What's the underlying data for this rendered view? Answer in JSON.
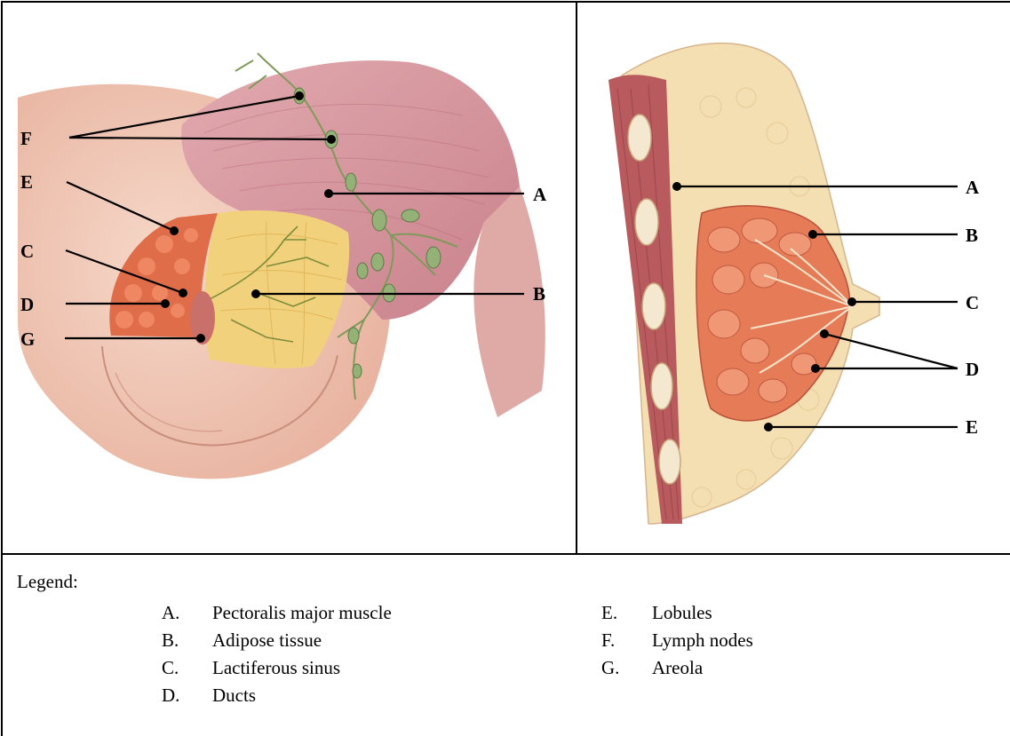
{
  "left_panel": {
    "labels": {
      "F": "F",
      "E": "E",
      "C": "C",
      "D": "D",
      "G": "G",
      "A": "A",
      "B": "B"
    }
  },
  "right_panel": {
    "labels": {
      "A": "A",
      "B": "B",
      "C": "C",
      "D": "D",
      "E": "E"
    }
  },
  "legend": {
    "title": "Legend:",
    "column1": [
      {
        "letter": "A.",
        "term": "Pectoralis major muscle"
      },
      {
        "letter": "B.",
        "term": "Adipose tissue"
      },
      {
        "letter": "C.",
        "term": "Lactiferous sinus"
      },
      {
        "letter": "D.",
        "term": "Ducts"
      }
    ],
    "column2": [
      {
        "letter": "E.",
        "term": "Lobules"
      },
      {
        "letter": "F.",
        "term": "Lymph nodes"
      },
      {
        "letter": "G.",
        "term": "Areola"
      }
    ]
  },
  "colors": {
    "muscle": "#d99aa0",
    "skin": "#f1c9b8",
    "fat": "#f3d27a",
    "lobules": "#e3714e",
    "vessel": "#7d9a5c"
  }
}
